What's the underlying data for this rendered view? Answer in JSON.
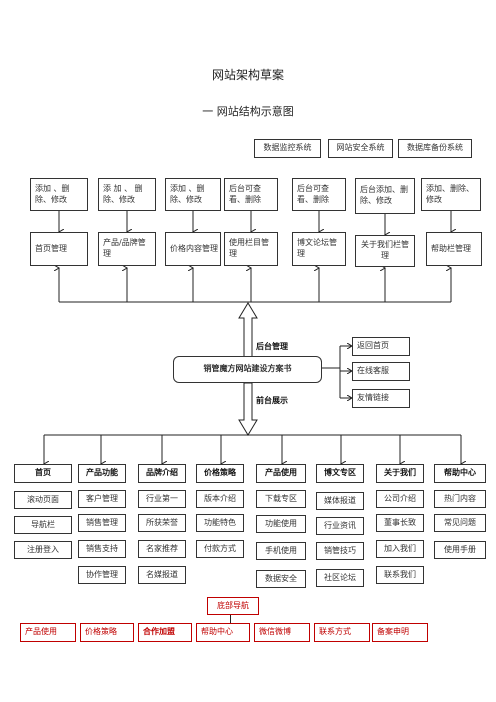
{
  "doc": {
    "title": "网站架构草案",
    "section": "一    网站结构示意图"
  },
  "top_systems": [
    "数据监控系统",
    "网站安全系统",
    "数据库备份系统"
  ],
  "backend_ops": [
    "添加 、删除、修改",
    "添 加 、 删除、修改",
    "添加 、删除、修改",
    "后台可查看、删除",
    "后台可查看、删除",
    "后台添加、删除、修改",
    "添加、删除、修改"
  ],
  "backend_modules": [
    "首页管理",
    "产品/品牌管理",
    "价格内容管理",
    "使用栏目管理",
    "博文论坛管理",
    "关于我们栏管理",
    "帮助栏管理"
  ],
  "center": {
    "label": "销管魔方网站建设方案书",
    "backend": "后台管理",
    "frontend": "前台展示"
  },
  "quick_links": [
    "返回首页",
    "在线客服",
    "友情链接"
  ],
  "columns": [
    {
      "header": "首页",
      "items": [
        "滚动页面",
        "导航栏",
        "注册登入"
      ]
    },
    {
      "header": "产品功能",
      "items": [
        "客户管理",
        "销售管理",
        "销售支持",
        "协作管理"
      ]
    },
    {
      "header": "品牌介绍",
      "items": [
        "行业第一",
        "所获荣誉",
        "名家推荐",
        "名媒报道"
      ]
    },
    {
      "header": "价格策略",
      "items": [
        "版本介绍",
        "功能特色",
        "付款方式"
      ]
    },
    {
      "header": "产品使用",
      "items": [
        "下载专区",
        "功能使用",
        "手机使用",
        "数据安全"
      ]
    },
    {
      "header": "博文专区",
      "items": [
        "媒体报道",
        "行业资讯",
        "销管技巧",
        "社区论坛"
      ]
    },
    {
      "header": "关于我们",
      "items": [
        "公司介绍",
        "董事长致",
        "加入我们",
        "联系我们"
      ]
    },
    {
      "header": "帮助中心",
      "items": [
        "热门内容",
        "常见问题",
        "使用手册"
      ]
    }
  ],
  "footer": {
    "label": "底部导航",
    "items": [
      "产品使用",
      "价格策略",
      "合作加盟",
      "帮助中心",
      "微信微博",
      "联系方式",
      "备案申明"
    ]
  }
}
